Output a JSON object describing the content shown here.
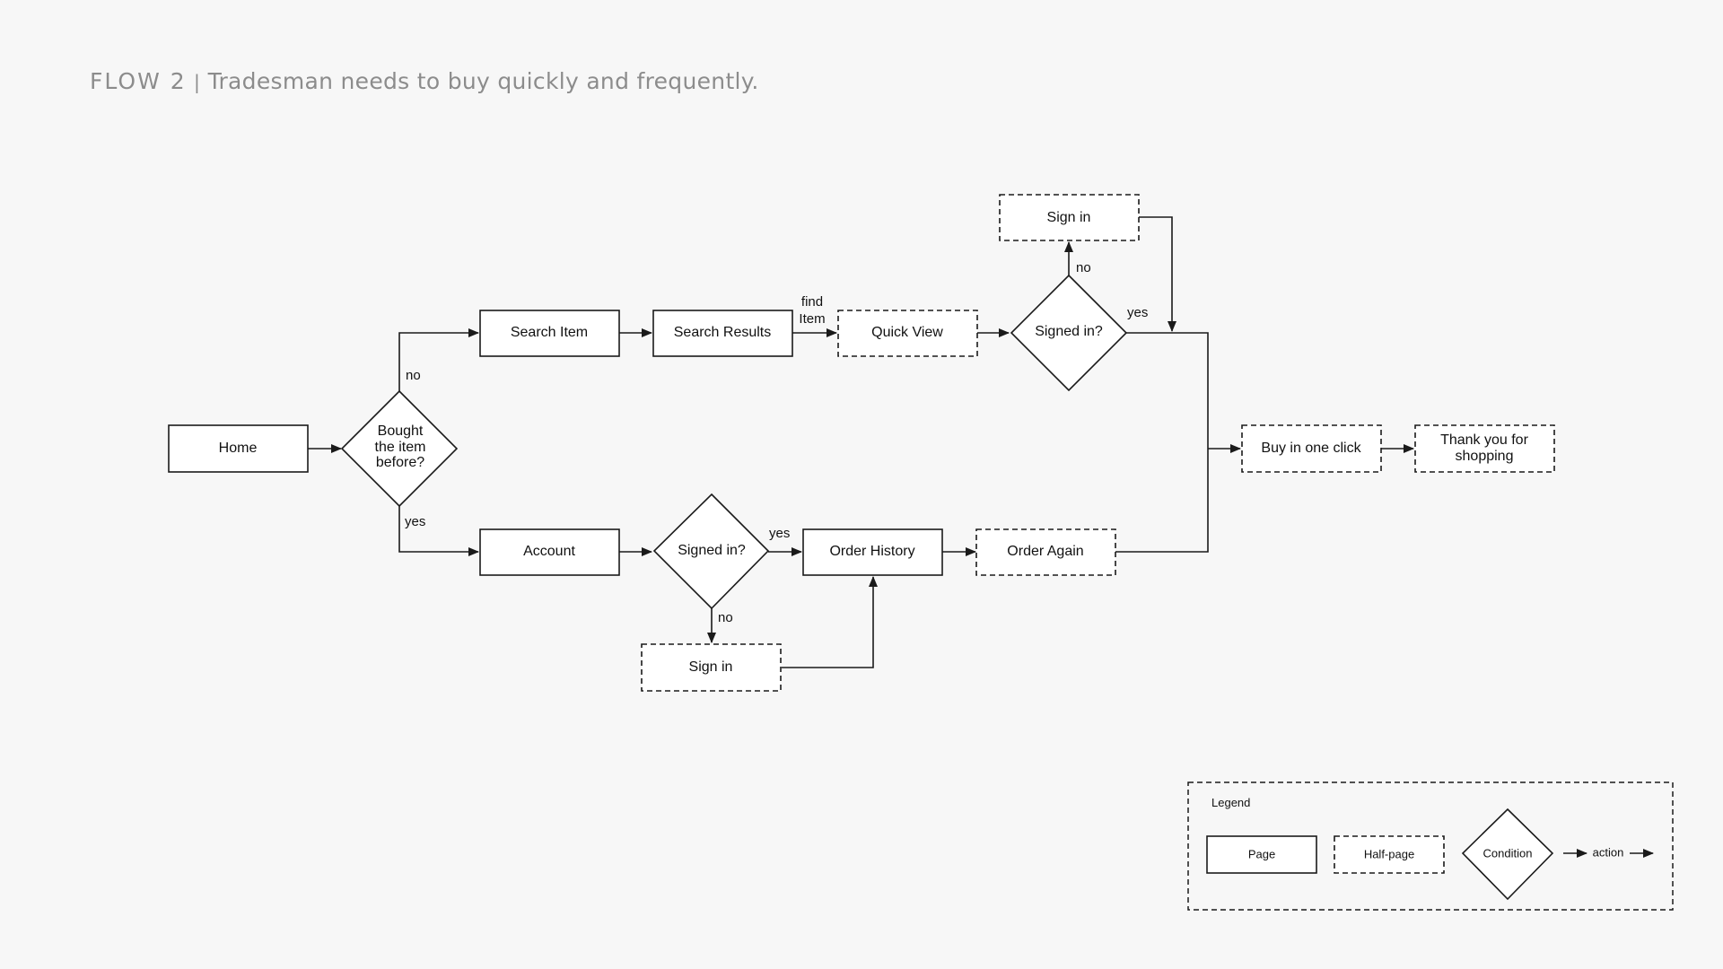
{
  "title": {
    "flow_id": "FLOW 2",
    "separator": "|",
    "text": "Tradesman needs to buy quickly and frequently."
  },
  "nodes": {
    "home": "Home",
    "bought_before": [
      "Bought",
      "the item",
      "before?"
    ],
    "search_item": "Search Item",
    "search_results": "Search Results",
    "quick_view": "Quick View",
    "signed_in_top": "Signed in?",
    "sign_in_top": "Sign in",
    "account": "Account",
    "signed_in_bottom": "Signed in?",
    "order_history": "Order History",
    "order_again": "Order Again",
    "sign_in_bottom": "Sign in",
    "buy_one_click": "Buy in one click",
    "thank_you": [
      "Thank you for",
      "shopping"
    ]
  },
  "edge_labels": {
    "bought_no": "no",
    "bought_yes": "yes",
    "find_item": [
      "find",
      "Item"
    ],
    "signed_top_no": "no",
    "signed_top_yes": "yes",
    "signed_bottom_yes": "yes",
    "signed_bottom_no": "no"
  },
  "legend": {
    "title": "Legend",
    "page": "Page",
    "half_page": "Half-page",
    "condition": "Condition",
    "action": "action"
  }
}
